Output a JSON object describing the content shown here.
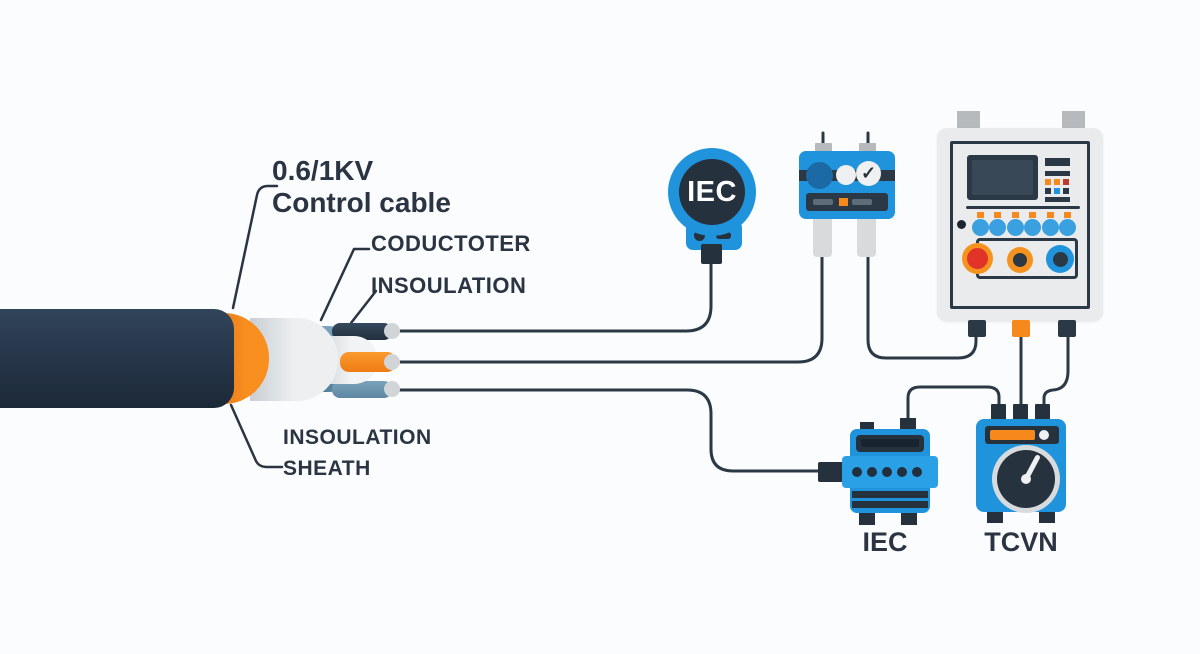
{
  "title": {
    "line1": "0.6/1KV",
    "line2": "Control cable"
  },
  "cable_labels": {
    "conductor": "CODUCTOTER",
    "insulation_top": "INSOULATION",
    "insulation_bottom": "INSOULATION",
    "sheath": "SHEATH"
  },
  "badge": {
    "text": "IEC"
  },
  "equipment_labels": {
    "iec": "IEC",
    "tcvn": "TCVN"
  },
  "icons": {
    "check": "✓"
  },
  "colors": {
    "background": "#fbfcfd",
    "dark_navy": "#2b3946",
    "text_navy": "#2b3442",
    "device_blue": "#1f93dc",
    "bright_blue": "#3aa0e0",
    "orange": "#f6881c",
    "red": "#e23329",
    "steel_blue": "#6793ad",
    "panel_gray": "#e9ebec",
    "insulation_white": "#edeff1"
  }
}
